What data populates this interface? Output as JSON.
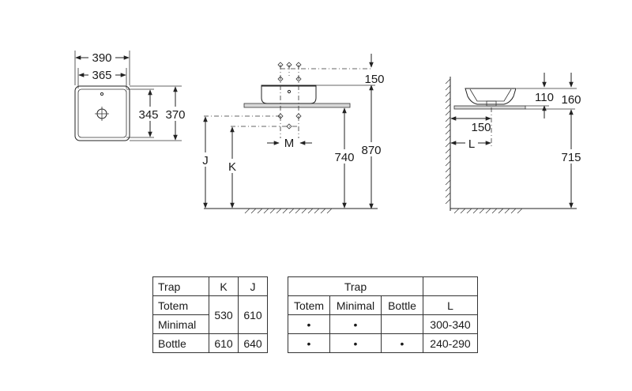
{
  "top_view": {
    "width_outer": "390",
    "width_inner": "365",
    "depth_inner": "345",
    "depth_outer": "370"
  },
  "front_view": {
    "dim_150": "150",
    "dim_740": "740",
    "dim_870": "870",
    "label_j": "J",
    "label_k": "K",
    "label_m": "M"
  },
  "side_view": {
    "dim_110": "110",
    "dim_160": "160",
    "dim_150": "150",
    "label_l": "L",
    "dim_715": "715"
  },
  "table_kj": {
    "headers": [
      "Trap",
      "K",
      "J"
    ],
    "rows": [
      {
        "trap": "Totem"
      },
      {
        "trap": "Minimal"
      },
      {
        "trap": "Bottle",
        "k": "610",
        "j": "640"
      }
    ],
    "merged_k": "530",
    "merged_j": "610"
  },
  "table_l": {
    "group_header": "Trap",
    "sub_headers": [
      "Totem",
      "Minimal",
      "Bottle",
      "L"
    ],
    "rows": [
      {
        "totem": "•",
        "minimal": "•",
        "bottle": "",
        "l": "300-340"
      },
      {
        "totem": "•",
        "minimal": "•",
        "bottle": "•",
        "l": "240-290"
      }
    ]
  }
}
